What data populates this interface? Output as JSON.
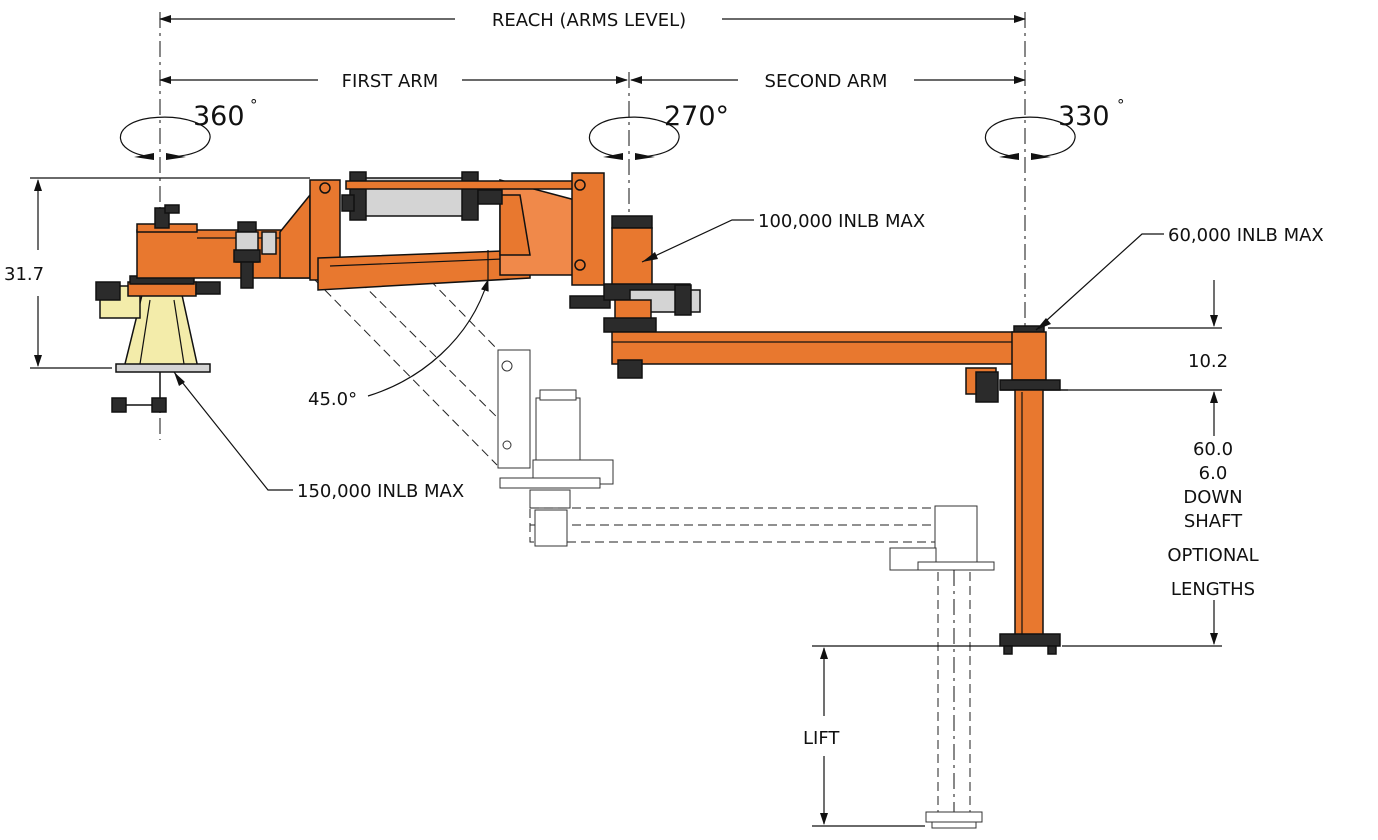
{
  "labels": {
    "reach": "REACH (ARMS LEVEL)",
    "first_arm": "FIRST ARM",
    "second_arm": "SECOND ARM",
    "rot_base": "360",
    "rot_base_deg": "°",
    "rot_mid": "270°",
    "rot_end": "330",
    "rot_end_deg": "°",
    "height_base": "31.7",
    "angle_tilt": "45.0°",
    "moment_base": "150,000 INLB MAX",
    "moment_mid": "100,000 INLB MAX",
    "moment_end": "60,000 INLB MAX",
    "height_hub": "10.2",
    "shaft_line1": "60.0",
    "shaft_line2": "6.0",
    "shaft_line3": "DOWN",
    "shaft_line4": "SHAFT",
    "shaft_line5": "OPTIONAL",
    "shaft_line6": "LENGTHS",
    "lift": "LIFT"
  },
  "colors": {
    "arm_orange": "#e8782f",
    "base_yellow": "#f3ecaa",
    "outline": "#111111"
  }
}
